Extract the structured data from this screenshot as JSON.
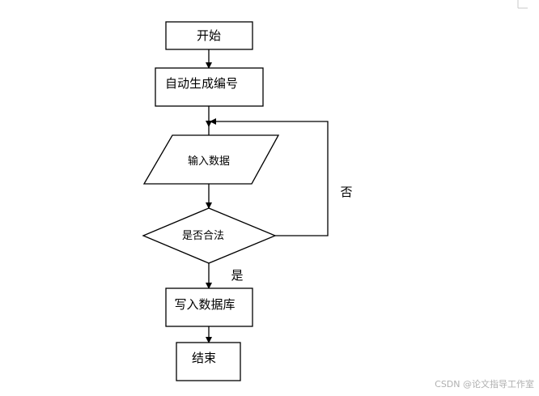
{
  "nodes": {
    "start": "开始",
    "auto_number": "自动生成编号",
    "input_data": "输入数据",
    "is_valid": "是否合法",
    "write_db": "写入数据库",
    "end": "结束"
  },
  "edges": {
    "yes_label": "是",
    "no_label": "否"
  },
  "watermark": "CSDN @论文指导工作室"
}
